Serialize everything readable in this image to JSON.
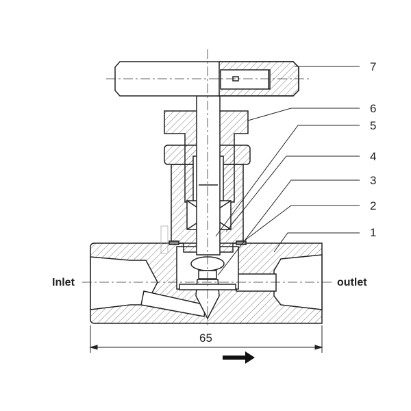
{
  "part_numbers": [
    "1",
    "2",
    "3",
    "4",
    "5",
    "6",
    "7"
  ],
  "labels": {
    "inlet": "Inlet",
    "outlet": "outlet"
  },
  "dimension": "65",
  "flow_direction_icon": "arrow-right-icon",
  "colors": {
    "line": "#222222",
    "background": "#ffffff"
  }
}
